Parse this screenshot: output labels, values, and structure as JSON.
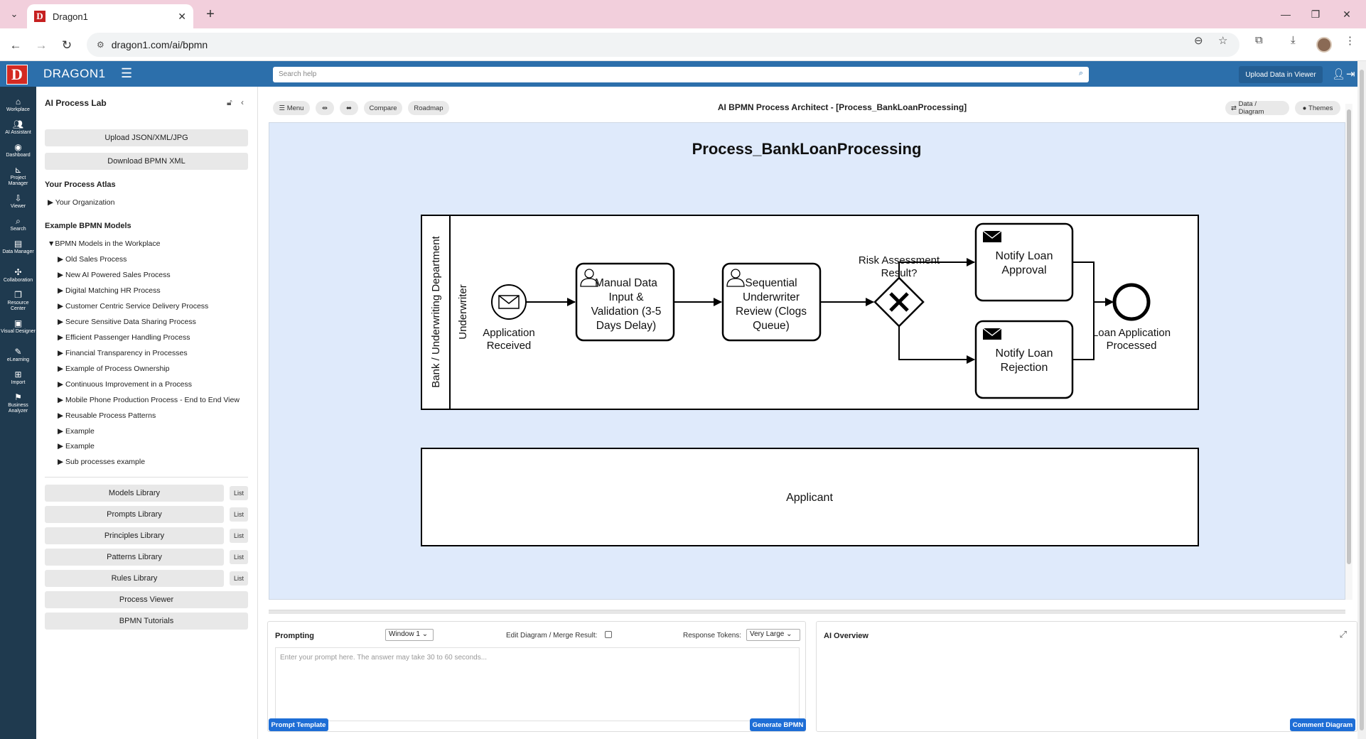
{
  "browser": {
    "tab_title": "Dragon1",
    "url": "dragon1.com/ai/bpmn",
    "favicon_letter": "D"
  },
  "header": {
    "logo_letter": "D",
    "brand": "DRAGON1",
    "search_placeholder": "Search help",
    "upload_viewer_label": "Upload Data in Viewer"
  },
  "rail": [
    {
      "label": "Workplace",
      "icon": "home-icon"
    },
    {
      "label": "AI Assistant",
      "icon": "ai-assistant-icon"
    },
    {
      "label": "Dashboard",
      "icon": "dashboard-icon"
    },
    {
      "label": "Project Manager",
      "icon": "project-manager-icon"
    },
    {
      "label": "Viewer",
      "icon": "viewer-icon"
    },
    {
      "label": "Search",
      "icon": "search-icon"
    },
    {
      "label": "Data Manager",
      "icon": "data-manager-icon"
    },
    {
      "label": "Collaboration",
      "icon": "collaboration-icon"
    },
    {
      "label": "Resource Center",
      "icon": "resource-center-icon"
    },
    {
      "label": "Visual Designer",
      "icon": "visual-designer-icon"
    },
    {
      "label": "eLearning",
      "icon": "elearning-icon"
    },
    {
      "label": "Import",
      "icon": "import-icon"
    },
    {
      "label": "Business Analyzer",
      "icon": "business-analyzer-icon"
    }
  ],
  "sidepanel": {
    "title": "AI Process Lab",
    "upload_label": "Upload JSON/XML/JPG",
    "download_label": "Download BPMN XML",
    "atlas_heading": "Your Process Atlas",
    "atlas_node": "▶ Your Organization",
    "examples_heading": "Example BPMN Models",
    "examples_root": "▼BPMN Models in the Workplace",
    "examples": [
      "▶ Old Sales Process",
      "▶ New AI Powered Sales Process",
      "▶ Digital Matching HR Process",
      "▶ Customer Centric Service Delivery Process",
      "▶ Secure Sensitive Data Sharing Process",
      "▶ Efficient Passenger Handling Process",
      "▶ Financial Transparency in Processes",
      "▶ Example of Process Ownership",
      "▶ Continuous Improvement in a Process",
      "▶ Mobile Phone Production Process - End to End View",
      "▶ Reusable Process Patterns",
      "▶ Example",
      "▶ Example",
      "▶ Sub processes example"
    ],
    "libraries": [
      {
        "label": "Models Library",
        "list": "List"
      },
      {
        "label": "Prompts Library",
        "list": "List"
      },
      {
        "label": "Principles Library",
        "list": "List"
      },
      {
        "label": "Patterns Library",
        "list": "List"
      },
      {
        "label": "Rules Library",
        "list": "List"
      }
    ],
    "process_viewer_label": "Process Viewer",
    "tutorials_label": "BPMN Tutorials"
  },
  "toolbar": {
    "menu_label": "Menu",
    "compare_label": "Compare",
    "roadmap_label": "Roadmap",
    "title": "AI BPMN Process Architect - [Process_BankLoanProcessing]",
    "data_diagram_label": "Data / Diagram",
    "themes_label": "Themes"
  },
  "diagram": {
    "title": "Process_BankLoanProcessing",
    "pool_label": "Bank / Underwriting Department",
    "lane_label": "Underwriter",
    "start_event": "Application Received",
    "task1": [
      "Manual Data",
      "Input &",
      "Validation (3-5",
      "Days Delay)"
    ],
    "task2": [
      "Sequential",
      "Underwriter",
      "Review (Clogs",
      "Queue)"
    ],
    "gateway": [
      "Risk Assessment",
      "Result?"
    ],
    "approve_task": [
      "Notify Loan",
      "Approval"
    ],
    "reject_task": [
      "Notify Loan",
      "Rejection"
    ],
    "end_event": [
      "Loan Application",
      "Processed"
    ],
    "applicant_pool": "Applicant"
  },
  "prompting": {
    "title": "Prompting",
    "window_value": "Window 1",
    "edit_merge_label": "Edit Diagram / Merge Result:",
    "tokens_label": "Response Tokens:",
    "tokens_value": "Very Large",
    "placeholder": "Enter your prompt here. The answer may take 30 to 60 seconds...",
    "template_btn": "Prompt Template",
    "generate_btn": "Generate BPMN"
  },
  "overview": {
    "title": "AI Overview",
    "comment_btn": "Comment Diagram"
  },
  "colors": {
    "tabbar": "#f2cfdc",
    "header": "#2c6fab",
    "rail": "#1f3a4f",
    "canvas": "#dfeafb",
    "primary_button": "#1e6ed6",
    "logo_red": "#d42a22"
  }
}
